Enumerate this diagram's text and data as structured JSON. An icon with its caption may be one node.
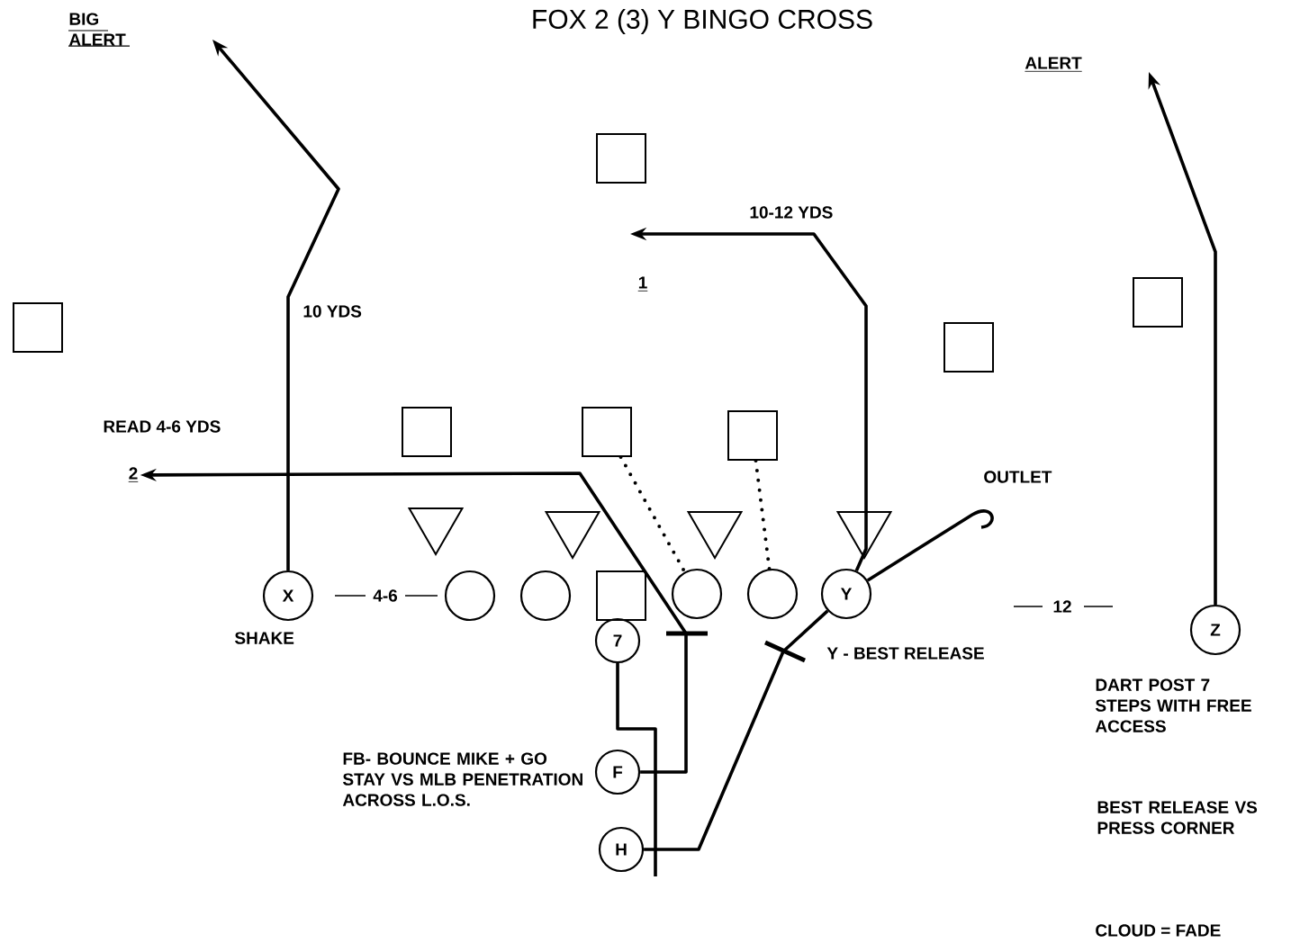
{
  "diagram": {
    "title": "FOX 2 (3) Y BINGO CROSS",
    "nodes": [
      {
        "text": [],
        "shape": "box"
      },
      {
        "text": [],
        "shape": "box"
      },
      {
        "text": [],
        "shape": "box"
      },
      {
        "text": [],
        "shape": "box"
      },
      {
        "text": [],
        "shape": "box"
      },
      {
        "text": [],
        "shape": "box"
      },
      {
        "text": [],
        "shape": "box"
      },
      {
        "text": [],
        "shape": "triangle"
      },
      {
        "text": [],
        "shape": "triangle"
      },
      {
        "text": [],
        "shape": "triangle"
      },
      {
        "text": [],
        "shape": "triangle"
      },
      {
        "text": [
          "X"
        ],
        "beside": [
          "SHAKE"
        ]
      },
      {
        "text": [],
        "shape": "circle"
      },
      {
        "text": [],
        "shape": "circle"
      },
      {
        "text": [],
        "shape": "box"
      },
      {
        "text": [],
        "shape": "circle"
      },
      {
        "text": [],
        "shape": "circle"
      },
      {
        "text": [
          "Y"
        ]
      },
      {
        "text": [
          "7"
        ]
      },
      {
        "text": [
          "Z"
        ],
        "beside": [
          "DART POST 7 STEPS WITH FREE ACCESS"
        ]
      },
      {
        "text": [
          "F"
        ],
        "beside": [
          "FB- BOUNCE MIKE + GO STAY VS MLB PENETRATION ACROSS L.O.S."
        ]
      },
      {
        "text": [
          "H"
        ]
      },
      {
        "text": [
          "2"
        ]
      }
    ],
    "edges": [
      {
        "from": 11,
        "to": null,
        "arrow": "to"
      },
      {
        "from": 17,
        "to": null,
        "arrow": "to"
      },
      {
        "from": 19,
        "to": null,
        "arrow": "to"
      },
      {
        "from": 20,
        "to": 22,
        "arrow": "to"
      },
      {
        "from": 21,
        "to": 17,
        "arrow": "none"
      },
      {
        "from": 17,
        "to": null,
        "arrow": "none"
      },
      {
        "from": 18,
        "to": null,
        "arrow": "none"
      },
      {
        "from": 5,
        "to": 15,
        "arrow": "none",
        "style": "dashed"
      },
      {
        "from": 6,
        "to": 16,
        "arrow": "none",
        "style": "dashed"
      }
    ],
    "labels": [
      "BIG ALERT",
      "ALERT",
      "10-12 YDS",
      "1",
      "10 YDS",
      "READ 4-6 YDS",
      "OUTLET",
      "4-6",
      "12",
      "Y - BEST RELEASE",
      "BEST RELEASE VS PRESS CORNER",
      "CLOUD = FADE"
    ]
  }
}
